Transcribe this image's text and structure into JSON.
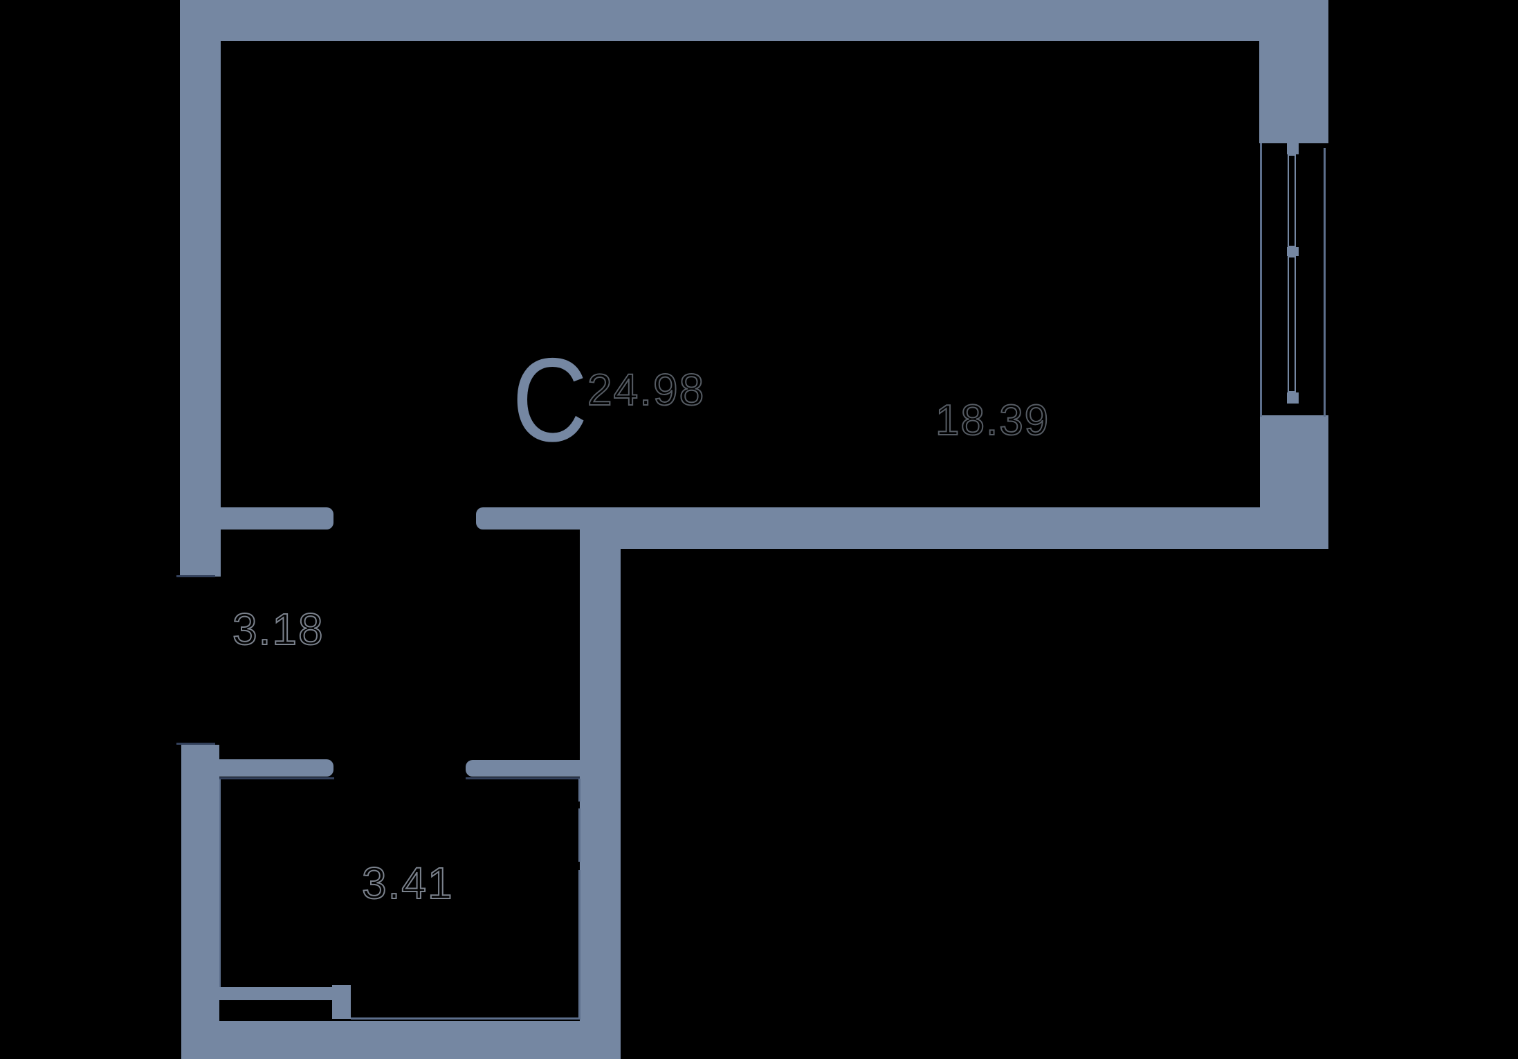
{
  "colors": {
    "background": "#000000",
    "wall": "#7587A2",
    "line_mid": "#5d6f8c",
    "line_dark": "#33415c",
    "num_dark": "#565c64",
    "num_light": "#7b828d"
  },
  "plan": {
    "north_label": "C",
    "rooms": [
      {
        "name": "main-room",
        "area_label": "24.98"
      },
      {
        "name": "main-room-right",
        "area_label": "18.39"
      },
      {
        "name": "hallway",
        "area_label": "3.18"
      },
      {
        "name": "closet",
        "area_label": "3.41"
      }
    ]
  }
}
